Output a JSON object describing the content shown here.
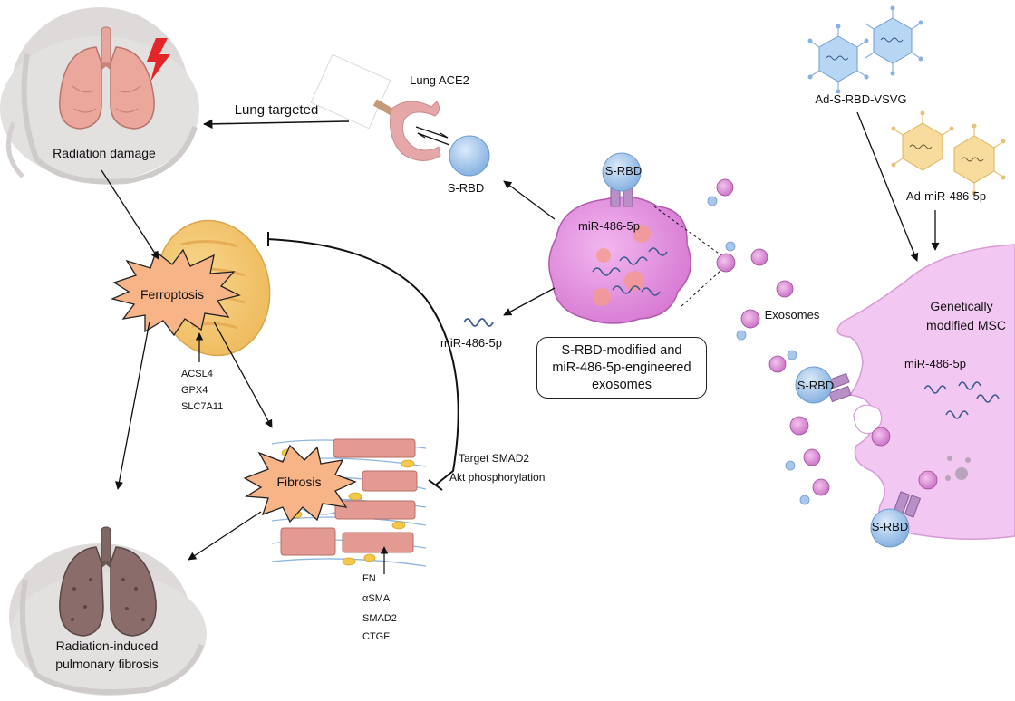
{
  "labels": {
    "radiation_damage": "Radiation damage",
    "lung_targeted": "Lung targeted",
    "lung_ace2": "Lung ACE2",
    "s_rbd_free": "S-RBD",
    "s_rbd_on_exosome": "S-RBD",
    "mir_on_exosome": "miR-486-5p",
    "ad_s_rbd_vsvg": "Ad-S-RBD-VSVG",
    "ad_mir": "Ad-miR-486-5p",
    "ferroptosis": "Ferroptosis",
    "acsl4": "ACSL4",
    "gpx4": "GPX4",
    "slc7a11": "SLC7A11",
    "mir_free": "miR-486-5p",
    "exosomes": "Exosomes",
    "msc_line1": "Genetically",
    "msc_line2": "modified MSC",
    "msc_mir": "miR-486-5p",
    "msc_srbd_top": "S-RBD",
    "msc_srbd_bottom": "S-RBD",
    "target_smad2": "Target SMAD2",
    "akt": "Akt phosphorylation",
    "fibrosis": "Fibrosis",
    "fn": "FN",
    "asma": "αSMA",
    "smad2": "SMAD2",
    "ctgf": "CTGF",
    "rpf_line1": "Radiation-induced",
    "rpf_line2": "pulmonary fibrosis"
  },
  "exosome_box": {
    "line1": "S-RBD-modified and",
    "line2": "miR-486-5p-engineered",
    "line3": "exosomes"
  },
  "colors": {
    "lung_healthy": "#e8a59b",
    "lung_fibrotic": "#8a6d6a",
    "mouse_gray": "#d9d6d6",
    "mitochondria": "#f3c46b",
    "exosome_cell": "#e48fe0",
    "msc_cell": "#f1c9f2",
    "srbd_blue": "#9dc3ec",
    "burst_orange": "#f6b487",
    "lightning_red": "#e3262a"
  },
  "icons": [
    "lightning-icon",
    "virus-icon",
    "lung-icon",
    "mouse-icon",
    "mitochondria-icon",
    "rna-icon",
    "receptor-icon"
  ]
}
